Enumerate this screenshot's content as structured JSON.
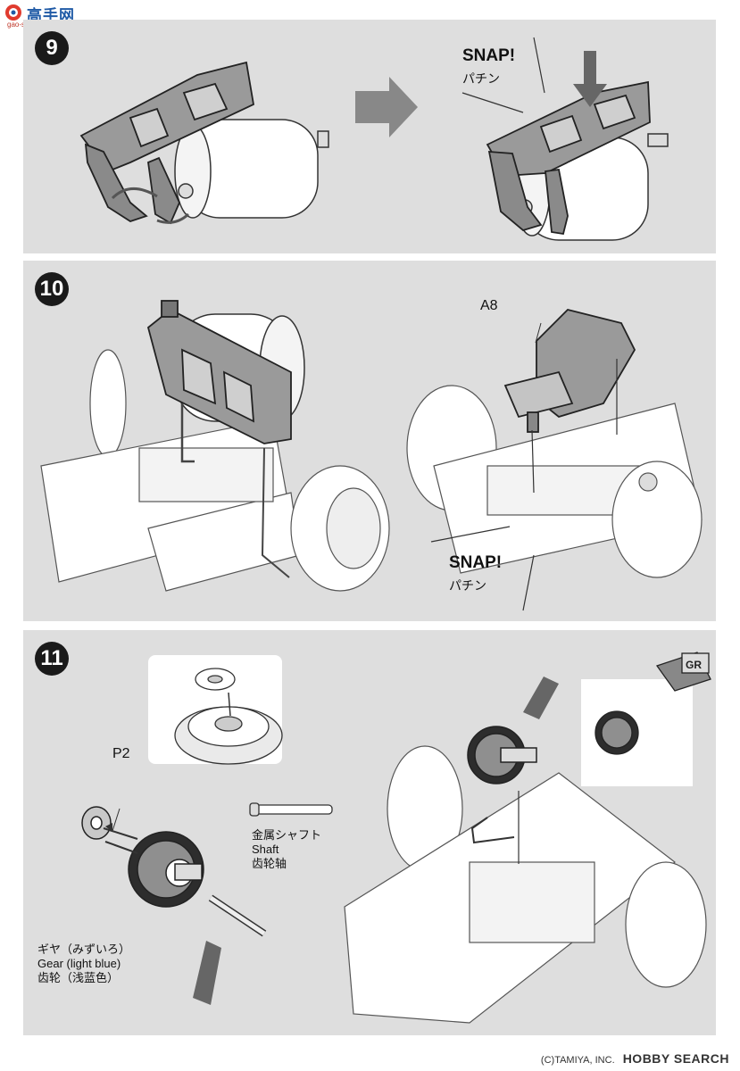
{
  "watermark": {
    "site_cn": "高手网",
    "site_url": "gao-shou.com"
  },
  "steps": [
    {
      "number": "9",
      "snap": "SNAP!",
      "snap_jp": "パチン"
    },
    {
      "number": "10",
      "part": "A8",
      "snap": "SNAP!",
      "snap_jp": "パチン"
    },
    {
      "number": "11",
      "part": "P2",
      "shaft_jp": "金属シャフト",
      "shaft_en": "Shaft",
      "shaft_cn": "齿轮轴",
      "gear_jp": "ギヤ（みずいろ）",
      "gear_en": "Gear (light blue)",
      "gear_cn": "齿轮（浅蓝色）",
      "grease_label": "GR"
    }
  ],
  "footer": {
    "copyright": "(C)TAMIYA, INC.",
    "brand": "HOBBY SEARCH"
  }
}
